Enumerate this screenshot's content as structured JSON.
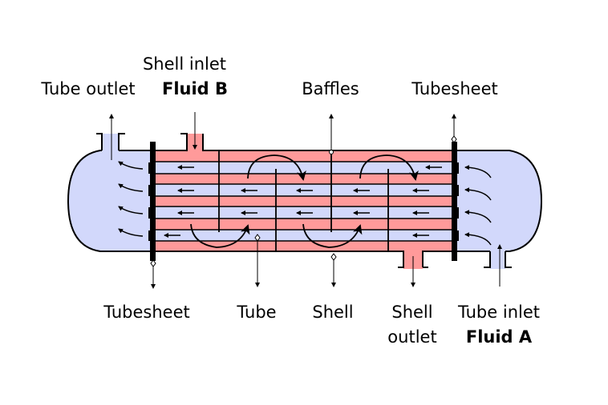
{
  "title": "Shell and tube heat exchanger",
  "labels": {
    "tube_outlet": "Tube outlet",
    "shell_inlet": "Shell inlet",
    "fluid_b": "Fluid B",
    "baffles": "Baffles",
    "tubesheet_top": "Tubesheet",
    "tubesheet_bottom": "Tubesheet",
    "tube": "Tube",
    "shell": "Shell",
    "shell_outlet_1": "Shell",
    "shell_outlet_2": "outlet",
    "tube_inlet": "Tube inlet",
    "fluid_a": "Fluid A"
  },
  "colors": {
    "shell_fluid": "#ff9a9a",
    "tube_fluid": "#d2d8fb",
    "outline": "#000000"
  }
}
